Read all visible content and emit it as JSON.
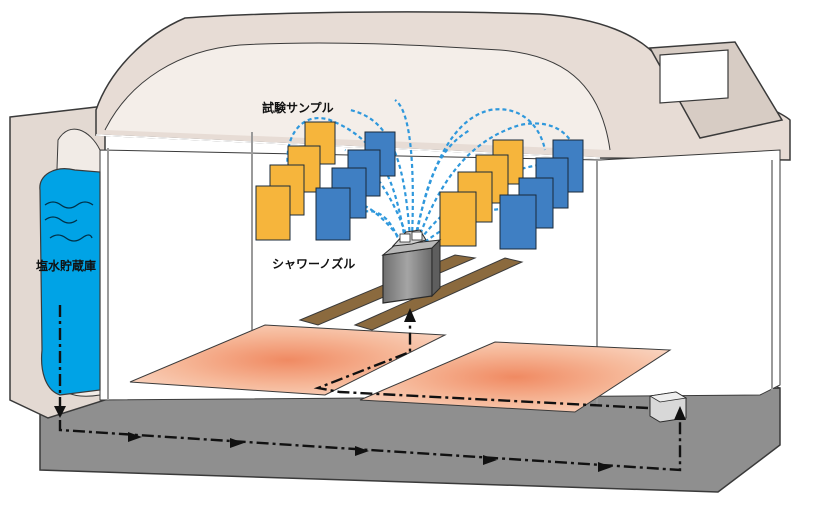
{
  "labels": {
    "test_samples": "試験サンプル",
    "shower_nozzle": "シャワーノズル",
    "salt_water_tank": "塩水貯蔵庫"
  },
  "colors": {
    "chamber_shell": "#e7dcd5",
    "chamber_shell_dark": "#d3c6be",
    "outline": "#3a3a3a",
    "water": "#00a3e6",
    "sample_orange": "#f6b53c",
    "sample_blue": "#3f7fc3",
    "spray": "#2f98dc",
    "heater_pad": "#f6c6a8",
    "heater_core": "#f0926a",
    "rail": "#8b6a3e",
    "nozzle_box": "#8e8e8e",
    "base": "#8f8f8f",
    "flow_path": "#111111"
  },
  "icons": {
    "wave": "wave-icon",
    "arrow": "arrow-icon",
    "pump": "pump-icon"
  }
}
